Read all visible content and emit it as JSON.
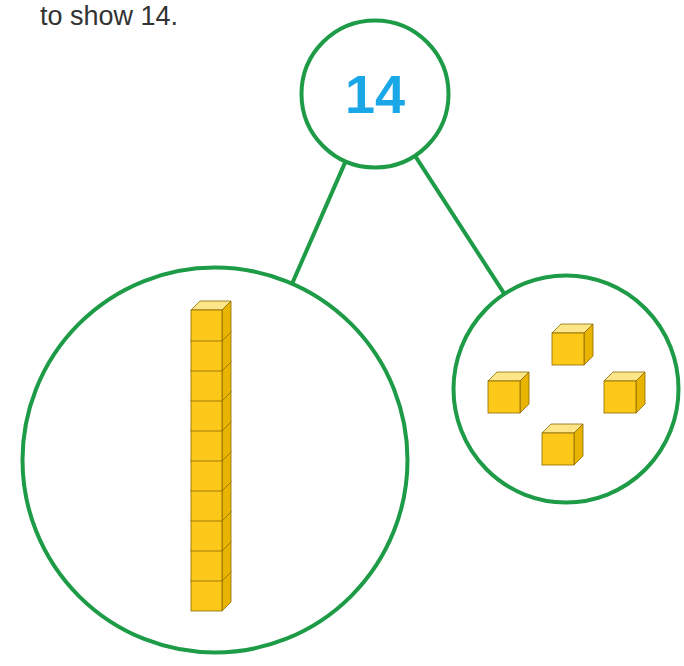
{
  "diagram": {
    "nodes": [
      {
        "text": [
          "14"
        ]
      },
      {
        "text": []
      },
      {
        "text": []
      }
    ],
    "edges": [
      {
        "from": 0,
        "to": 1,
        "arrow": "none"
      },
      {
        "from": 0,
        "to": 2,
        "arrow": "none"
      }
    ],
    "labels": [
      "to show 14."
    ]
  }
}
